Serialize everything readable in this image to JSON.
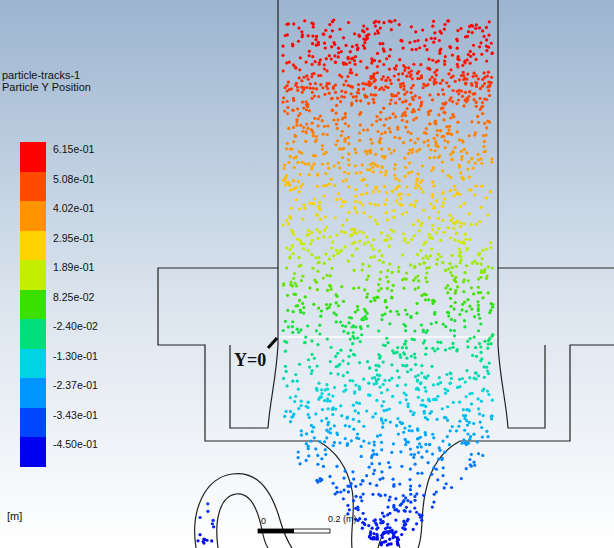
{
  "diagram": {
    "title": "particle-tracks-1",
    "labels": [
      "Particle Y Position",
      "[m]",
      "Y=0",
      "0",
      "0.2 (m)"
    ],
    "legend": [
      {
        "text": "6.15e-01",
        "color": "#ff0000"
      },
      {
        "text": "5.08e-01",
        "color": "#ff4a00"
      },
      {
        "text": "4.02e-01",
        "color": "#ff9400"
      },
      {
        "text": "2.95e-01",
        "color": "#ffd200"
      },
      {
        "text": "1.89e-01",
        "color": "#c4ee00"
      },
      {
        "text": "8.25e-02",
        "color": "#3ce000"
      },
      {
        "text": "-2.40e-02",
        "color": "#00e07a"
      },
      {
        "text": "-1.30e-01",
        "color": "#00d4e4"
      },
      {
        "text": "-2.37e-01",
        "color": "#0096ff"
      },
      {
        "text": "-3.43e-01",
        "color": "#0046ff"
      },
      {
        "text": "-4.50e-01",
        "color": "#0000f0"
      }
    ]
  }
}
